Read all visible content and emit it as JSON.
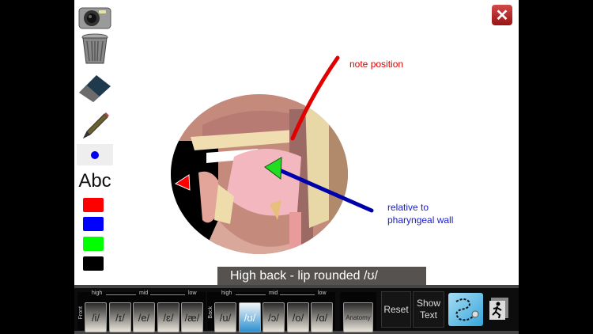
{
  "tools": {
    "camera": "camera-icon",
    "trash": "trash-icon",
    "eraser": "eraser-icon",
    "pencil": "pencil-icon",
    "brush_size": "dot-icon",
    "text_tool_label": "Abc",
    "colors": [
      "#ff0000",
      "#0000ff",
      "#00ff00",
      "#000000"
    ]
  },
  "close_icon": "✕",
  "annotations": {
    "note1": "note position",
    "note2_line1": "relative to",
    "note2_line2": "pharyngeal wall",
    "note1_color": "#e00000",
    "note2_color": "#1a1acc"
  },
  "caption": "High back - lip rounded /ʊ/",
  "toolbar": {
    "front_group": {
      "side_label": "Front",
      "scale": [
        "high",
        "mid",
        "low"
      ],
      "keys": [
        "/i/",
        "/ɪ/",
        "/e/",
        "/ɛ/",
        "/æ/"
      ]
    },
    "back_group": {
      "side_label": "Back",
      "scale": [
        "high",
        "mid",
        "low"
      ],
      "keys": [
        "/u/",
        "/ʊ/",
        "/ɔ/",
        "/o/",
        "/ɑ/"
      ],
      "active_index": 1
    },
    "anatomy_label": "Anatomy",
    "reset_label": "Reset",
    "show_text_line1": "Show",
    "show_text_line2": "Text",
    "path_icon": "dashed-path-icon",
    "exit_icon": "running-man-exit-icon"
  }
}
